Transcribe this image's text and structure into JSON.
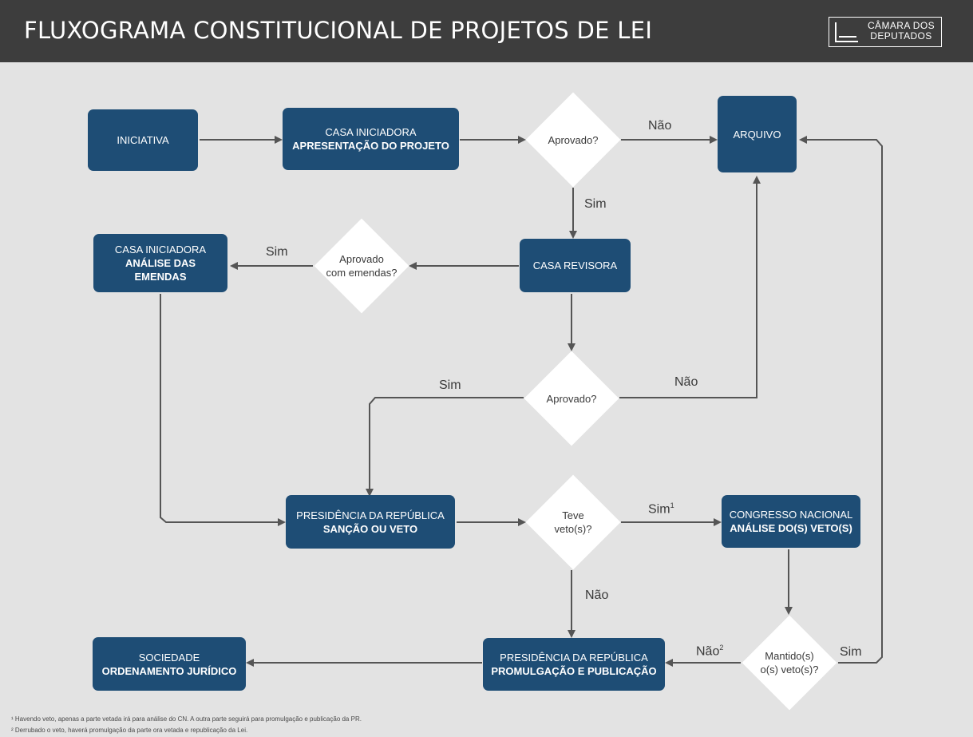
{
  "header": {
    "title": "FLUXOGRAMA CONSTITUCIONAL DE PROJETOS DE LEI",
    "logo_line1": "CÂMARA DOS",
    "logo_line2": "DEPUTADOS"
  },
  "nodes": {
    "iniciativa": {
      "line1": "INICIATIVA"
    },
    "casa_iniciadora_apresentacao": {
      "line1": "CASA INICIADORA",
      "line2": "APRESENTAÇÃO DO PROJETO"
    },
    "aprovado_1": {
      "line1": "Aprovado?"
    },
    "arquivo": {
      "line1": "ARQUIVO"
    },
    "casa_revisora": {
      "line1": "CASA REVISORA"
    },
    "aprovado_com_emendas": {
      "line1": "Aprovado",
      "line2": "com emendas?"
    },
    "casa_iniciadora_emendas": {
      "line1": "CASA INICIADORA",
      "line2": "ANÁLISE DAS EMENDAS"
    },
    "aprovado_2": {
      "line1": "Aprovado?"
    },
    "presidencia_sancao": {
      "line1": "PRESIDÊNCIA DA REPÚBLICA",
      "line2": "SANÇÃO OU VETO"
    },
    "teve_veto": {
      "line1": "Teve",
      "line2": "veto(s)?"
    },
    "congresso_nacional": {
      "line1": "CONGRESSO NACIONAL",
      "line2": "ANÁLISE DO(S) VETO(S)"
    },
    "mantido_veto": {
      "line1": "Mantido(s)",
      "line2": "o(s) veto(s)?"
    },
    "presidencia_promulgacao": {
      "line1": "PRESIDÊNCIA DA REPÚBLICA",
      "line2": "PROMULGAÇÃO E PUBLICAÇÃO"
    },
    "sociedade": {
      "line1": "SOCIEDADE",
      "line2": "ORDENAMENTO JURÍDICO"
    }
  },
  "labels": {
    "nao_arquivo": "Não",
    "sim_revisora": "Sim",
    "sim_emendas": "Sim",
    "sim_aprovado_2": "Sim",
    "nao_aprovado_2": "Não",
    "sim_veto": "Sim",
    "sim_veto_sup": "1",
    "nao_veto": "Não",
    "nao_mantido": "Não",
    "nao_mantido_sup": "2",
    "sim_mantido": "Sim"
  },
  "footnotes": {
    "note1": "¹ Havendo veto, apenas a parte vetada irá para análise do CN. A outra parte seguirá para promulgação e publicação da PR.",
    "note2": "² Derrubado o veto, haverá promulgação da parte ora vetada e republicação da Lei."
  },
  "colors": {
    "header_bg": "#3d3d3d",
    "box_fill": "#1e4d75",
    "diamond_fill": "#ffffff",
    "background": "#e3e3e3",
    "connector": "#555555"
  }
}
